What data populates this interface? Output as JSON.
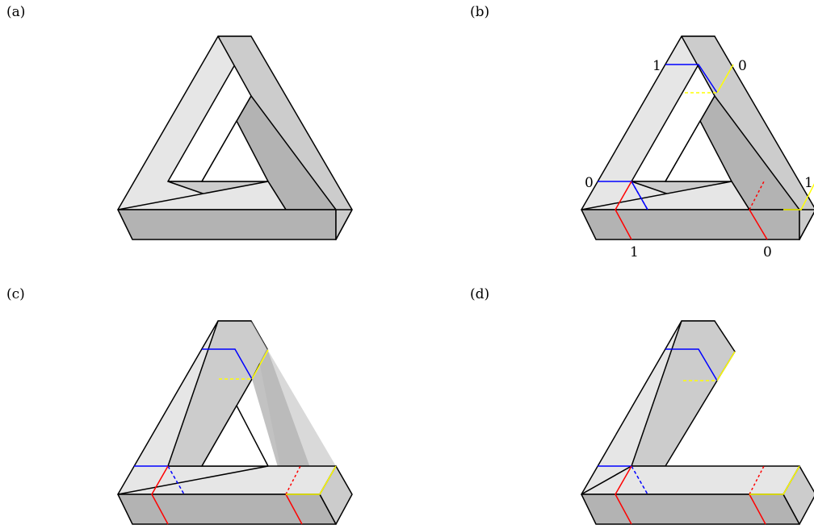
{
  "panels": [
    {
      "id": "a",
      "label": "(a)"
    },
    {
      "id": "b",
      "label": "(b)",
      "marks": [
        "1",
        "0",
        "0",
        "1",
        "1",
        "0"
      ]
    },
    {
      "id": "c",
      "label": "(c)"
    },
    {
      "id": "d",
      "label": "(d)"
    }
  ],
  "colors": {
    "light": "#e6e6e6",
    "mid": "#cccccc",
    "dark": "#b3b3b3",
    "blue": "#0000ff",
    "red": "#ff0000",
    "yellow": "#ffff00"
  }
}
